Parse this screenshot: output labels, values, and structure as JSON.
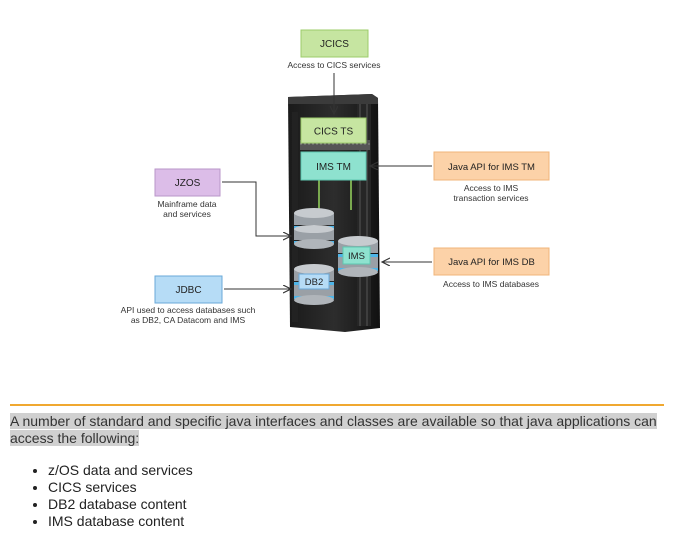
{
  "diagram": {
    "jcics": {
      "label": "JCICS",
      "caption": "Access to CICS services"
    },
    "cicsts": {
      "label": "CICS TS"
    },
    "imstm": {
      "label": "IMS TM"
    },
    "java_ims_tm": {
      "label": "Java API for IMS TM",
      "caption_lines": [
        "Access to IMS",
        "transaction services"
      ]
    },
    "jzos": {
      "label": "JZOS",
      "caption_lines": [
        "Mainframe data",
        "and services"
      ]
    },
    "ims_db": {
      "label": "IMS"
    },
    "db2": {
      "label": "DB2"
    },
    "java_ims_db": {
      "label": "Java API for IMS DB",
      "caption": "Access to IMS databases"
    },
    "jdbc": {
      "label": "JDBC",
      "caption_lines": [
        "API used to access databases such",
        "as DB2, CA Datacom and IMS"
      ]
    },
    "colors": {
      "green": "#c6e5a1",
      "teal": "#8ee2cf",
      "orange": "#fcd2a8",
      "purple": "#dcbde8",
      "blue": "#b6dcf6",
      "accent_rule": "#f0a830",
      "highlight": "#d0d0d0"
    }
  },
  "text": {
    "paragraph": "A number of standard and specific java interfaces and classes are available so that java applications can access the following:",
    "bullets": [
      "z/OS data and services",
      "CICS services",
      "DB2 database content",
      "IMS database content"
    ]
  }
}
